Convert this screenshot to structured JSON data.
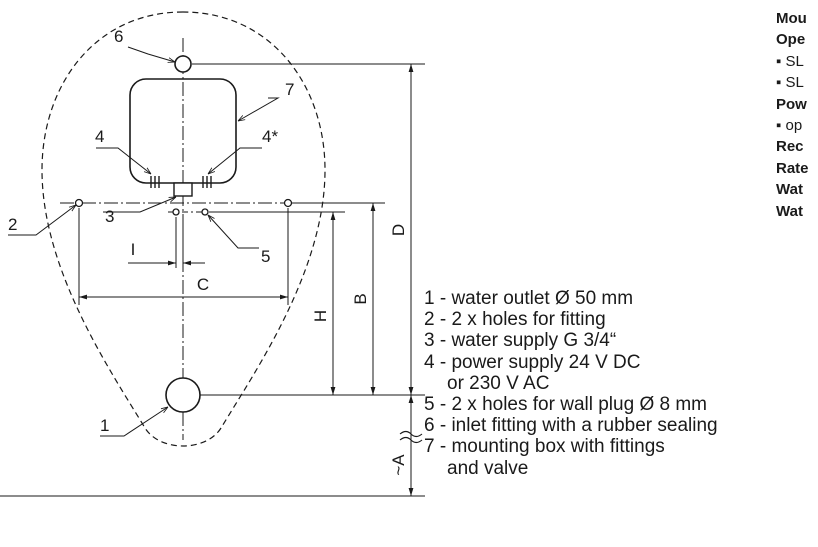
{
  "drawing": {
    "labels": {
      "item_1": "1",
      "item_2": "2",
      "item_3": "3",
      "item_4": "4",
      "item_4_star": "4*",
      "item_5": "5",
      "item_6": "6",
      "item_7": "7",
      "dim_b": "B",
      "dim_c": "C",
      "dim_d": "D",
      "dim_h": "H",
      "dim_a": "~A",
      "dim_i": "I"
    },
    "line_color": "#1a1a1a"
  },
  "legend": {
    "items": [
      "1 - water outlet Ø 50 mm",
      "2 - 2 x holes for fitting",
      "3 - water supply G 3/4“",
      "4 - power supply 24 V DC",
      "or 230 V AC",
      "5 - 2 x holes for wall plug Ø 8 mm",
      "6 - inlet fitting with a rubber sealing",
      "7 - mounting box with fittings",
      "and valve"
    ]
  },
  "specs": {
    "lines": [
      "Mou",
      "Ope",
      "▪ SL",
      "▪ SL",
      "Pow",
      "▪ op",
      "Rec",
      "Rate",
      "Wat",
      "Wat"
    ]
  }
}
